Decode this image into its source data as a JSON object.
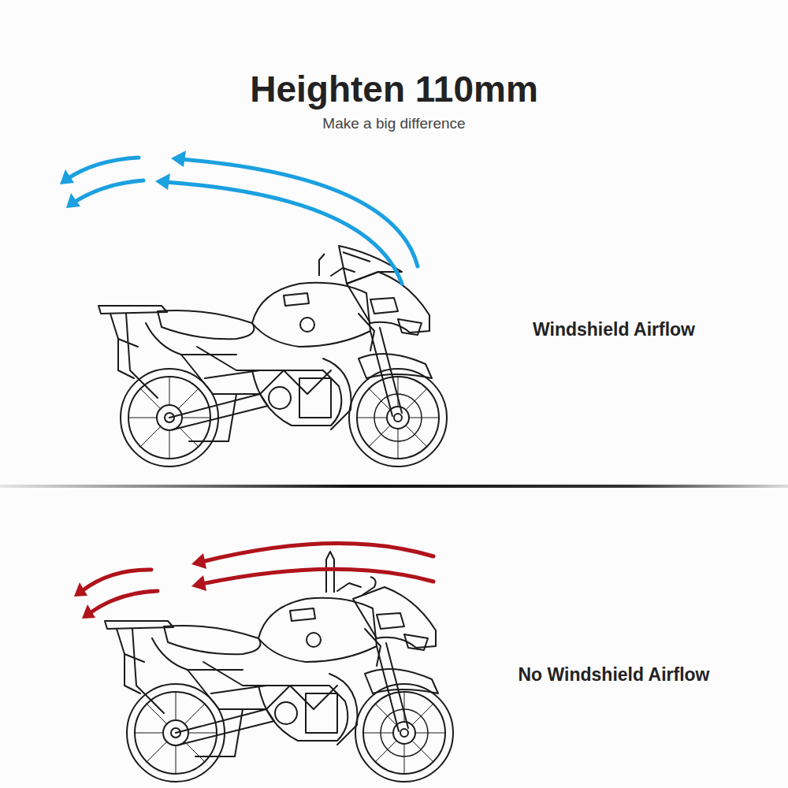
{
  "diagram": {
    "title": "Heighten 110mm",
    "labels": [
      "Make a big difference",
      "Windshield Airflow",
      "No Windshield Airflow"
    ]
  }
}
